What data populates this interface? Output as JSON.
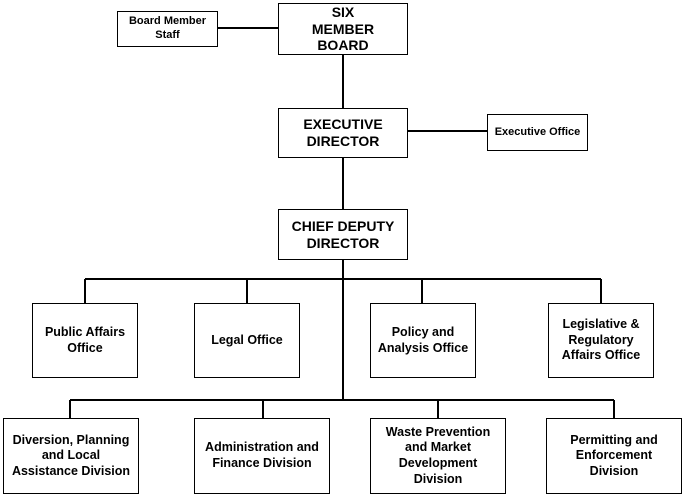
{
  "nodes": {
    "board": "SIX\nMEMBER\nBOARD",
    "board_staff": "Board Member\nStaff",
    "executive_director": "EXECUTIVE\nDIRECTOR",
    "executive_office": "Executive Office",
    "chief_deputy": "CHIEF DEPUTY\nDIRECTOR",
    "public_affairs": "Public Affairs\nOffice",
    "legal": "Legal Office",
    "policy": "Policy and\nAnalysis Office",
    "legislative": "Legislative &\nRegulatory\nAffairs Office",
    "diversion": "Diversion, Planning\nand Local\nAssistance Division",
    "administration": "Administration and\nFinance Division",
    "waste_prevention": "Waste Prevention\nand Market\nDevelopment\nDivision",
    "permitting": "Permitting and\nEnforcement\nDivision"
  }
}
